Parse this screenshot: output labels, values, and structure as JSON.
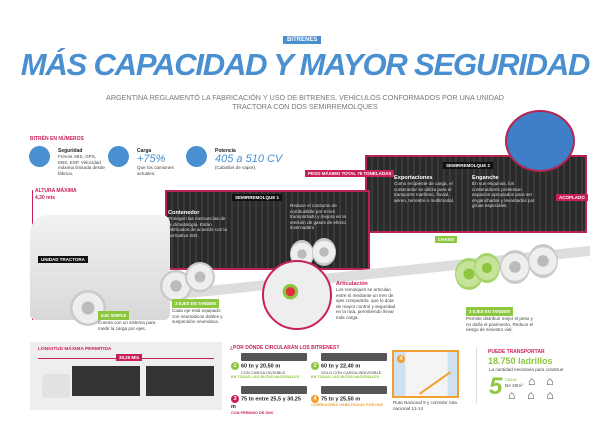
{
  "header": {
    "tag": "BITRENES",
    "title": "MÁS CAPACIDAD Y MAYOR SEGURIDAD",
    "subtitle": "ARGENTINA REGLAMENTÓ LA FABRICACIÓN Y USO DE BITRENES, VEHÍCULOS CONFORMADOS POR UNA UNIDAD TRACTORA CON DOS SEMIRREMOLQUES"
  },
  "numbers": {
    "heading": "BITRÉN EN NÚMEROS",
    "items": [
      {
        "title": "Seguridad",
        "text": "Frenos ABS, GPS, EBS, ESP. Velocidad máxima limitada desde fábrica.",
        "icon": "brake-disc-icon"
      },
      {
        "title": "Carga",
        "value": "+75%",
        "text": "Que los camiones actuales.",
        "icon": "weight-icon"
      },
      {
        "title": "Potencia",
        "value": "405 a 510 CV",
        "text": "(Caballos de vapor).",
        "icon": "engine-icon"
      }
    ]
  },
  "truck": {
    "height_label": "ALTURA MÁXIMA",
    "height_value": "4,30",
    "height_unit": "mts",
    "tractor": "UNIDAD TRACTORA",
    "semi1": "SEMIRREMOLQUE 1",
    "semi2": "SEMIRREMOLQUE 2",
    "weight": "PESO MÁXIMO TOTAL 75 TONELADAS",
    "container_title": "Contenedor",
    "container_text": "Protegen las mercancías de la climatología. Están fabricados de acuerdo con la normativa ISO.",
    "fuel_text": "Reduce el consumo de combustible por tn-km transportado y mejora en la emisión de gases de efecto invernadero",
    "export_title": "Exportaciones",
    "export_text": "Como recipiente de carga, el contenedor se utiliza para el transporte marítimo, fluvial, aéreo, terrestre o multimodal.",
    "hitch_title": "Enganche",
    "hitch_text": "En sus esquinas, los contenedores presentan espacios apropiados para ser enganchados y levantados por grúas especiales.",
    "acoplado": "ACOPLADO",
    "chasis": "CHASIS",
    "tandem1_label": "3 EJES EN TANDEM",
    "tandem1_text": "Cada eje está equipado con neumáticos dobles y suspensión neumática.",
    "simple_label": "EJE SIMPLE",
    "simple_text": "Cuenta con un sistema para medir la carga por ejes.",
    "artic_title": "Articulación",
    "artic_text": "Los remolques se articulan entre sí mediante un tren de ejes compartido, que lo dota de mayor control y seguridad en la ruta, permitiendo llevar más carga.",
    "tandem2_label": "3 EJES EN TANDEM",
    "tandem2_text": "Permite distribuir mejor el peso y no daña el pavimento. Reduce el riesgo de siniestro vial."
  },
  "length": {
    "heading": "LONGITUD MÁXIMA PERMITIDA",
    "value": "30,25 Mts"
  },
  "routes": {
    "heading": "¿POR DÓNDE CIRCULARÁN LOS BITRENES?",
    "items": [
      {
        "n": "1",
        "main": "60 tn y 20,50 m",
        "note": "CON CARGA DIVISIBLE",
        "where": "EN TODAS LAS RUTAS NACIONALES",
        "color": "#8dc63f"
      },
      {
        "n": "2",
        "main": "60 tn y 22,40 m",
        "note": "SOLO CON CARGA INDIVISIBLE",
        "where": "EN TODAS LAS RUTAS NACIONALES",
        "color": "#8dc63f"
      },
      {
        "n": "3",
        "main": "75 tn entre 25,5 y 30,25 m",
        "note": "",
        "where": "CON PERMISO DE DNV",
        "color": "#c8205a"
      },
      {
        "n": "4",
        "main": "75 tn y 25,50 m",
        "note": "",
        "where": "CORREDORES HABILITADOS POR DNV",
        "color": "#f0a030"
      }
    ],
    "map_n": "4",
    "map_caption": "Ruta Nacional 9 y corredor ruta nacional 12-14"
  },
  "transport": {
    "heading": "PUEDE TRANSPORTAR",
    "value": "18.750 ladrillos",
    "text": "La cantidad necesaria para construir",
    "big": "5",
    "unit": "Casas",
    "size": "De 40m²",
    "houses": 5
  }
}
